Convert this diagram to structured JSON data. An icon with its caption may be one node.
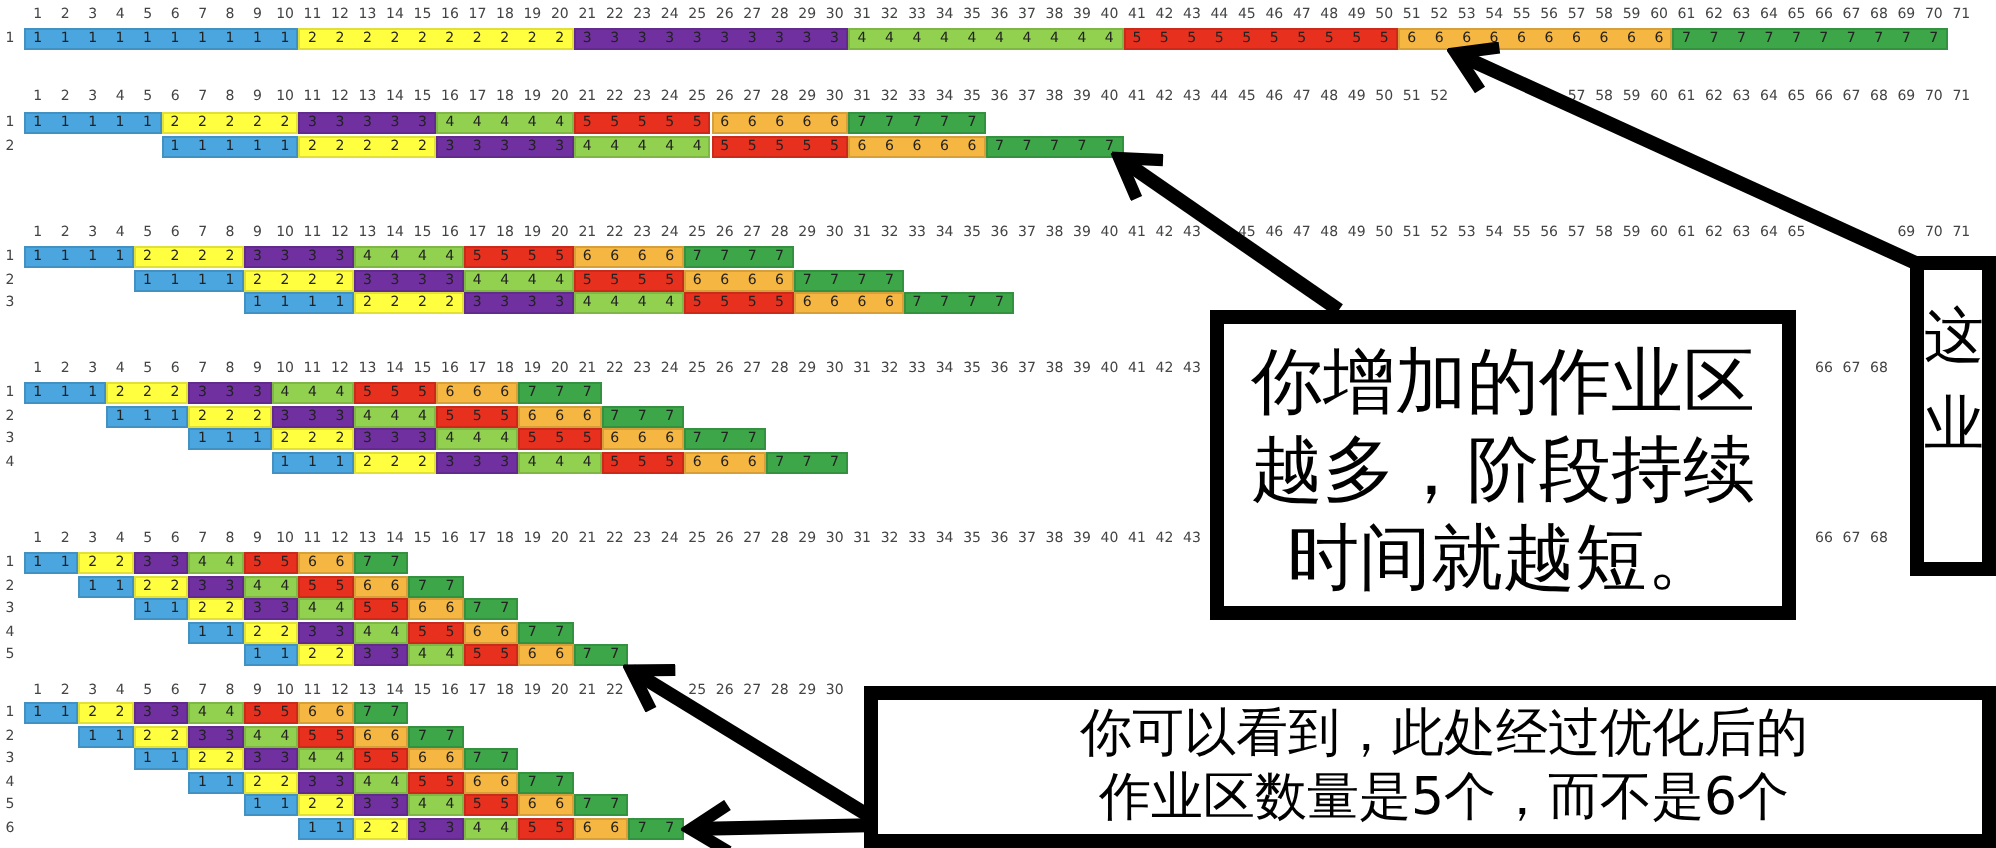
{
  "diagram": {
    "nodes": [
      {
        "text": [
          "1 1 1 1 1 1 1 1 1 1"
        ]
      },
      {
        "text": [
          "2 2 2 2 2 2 2 2 2 2"
        ]
      },
      {
        "text": [
          "3 3 3 3 3 3 3 3 3 3"
        ]
      },
      {
        "text": [
          "4 4 4 4 4 4 4 4 4 4"
        ]
      },
      {
        "text": [
          "5 5 5 5 5 5 5 5 5 5"
        ]
      },
      {
        "text": [
          "6 6 6 6 6 6 6 6 6 6"
        ]
      },
      {
        "text": [
          "7 7 7 7 7 7 7 7 7 7"
        ]
      },
      {
        "text": [
          "1 1 1 1 1"
        ]
      },
      {
        "text": [
          "2 2 2 2 2"
        ]
      },
      {
        "text": [
          "3 3 3 3 3"
        ]
      },
      {
        "text": [
          "4 4 4 4 4"
        ]
      },
      {
        "text": [
          "5 5 5 5 5"
        ]
      },
      {
        "text": [
          "6 6 6 6 6"
        ]
      },
      {
        "text": [
          "7 7 7 7 7"
        ]
      },
      {
        "text": [
          "1 1 1 1 1"
        ]
      },
      {
        "text": [
          "2 2 2 2 2"
        ]
      },
      {
        "text": [
          "3 3 3 3 3"
        ]
      },
      {
        "text": [
          "4 4 4 4 4"
        ]
      },
      {
        "text": [
          "5 5 5 5 5"
        ]
      },
      {
        "text": [
          "6 6 6 6 6"
        ]
      },
      {
        "text": [
          "7 7 7 7 7"
        ]
      },
      {
        "text": [
          "1 1 1 1"
        ]
      },
      {
        "text": [
          "2 2 2 2"
        ]
      },
      {
        "text": [
          "3 3 3 3"
        ]
      },
      {
        "text": [
          "4 4 4 4"
        ]
      },
      {
        "text": [
          "5 5 5 5"
        ]
      },
      {
        "text": [
          "6 6 6 6"
        ]
      },
      {
        "text": [
          "7 7 7 7"
        ]
      },
      {
        "text": [
          "1 1 1 1"
        ]
      },
      {
        "text": [
          "2 2 2 2"
        ]
      },
      {
        "text": [
          "3 3 3 3"
        ]
      },
      {
        "text": [
          "4 4 4 4"
        ]
      },
      {
        "text": [
          "5 5 5 5"
        ]
      },
      {
        "text": [
          "6 6 6 6"
        ]
      },
      {
        "text": [
          "7 7 7 7"
        ]
      },
      {
        "text": [
          "1 1 1 1"
        ]
      },
      {
        "text": [
          "2 2 2 2"
        ]
      },
      {
        "text": [
          "3 3 3 3"
        ]
      },
      {
        "text": [
          "4 4 4 4"
        ]
      },
      {
        "text": [
          "5 5 5 5"
        ]
      },
      {
        "text": [
          "6 6 6 6"
        ]
      },
      {
        "text": [
          "7 7 7 7"
        ]
      },
      {
        "text": [
          "1 1 1"
        ]
      },
      {
        "text": [
          "2 2 2"
        ]
      },
      {
        "text": [
          "3 3 3"
        ]
      },
      {
        "text": [
          "4 4 4"
        ]
      },
      {
        "text": [
          "5 5 5"
        ]
      },
      {
        "text": [
          "6 6 6"
        ]
      },
      {
        "text": [
          "7 7 7"
        ]
      },
      {
        "text": [
          "1 1 1"
        ]
      },
      {
        "text": [
          "2 2 2"
        ]
      },
      {
        "text": [
          "3 3 3"
        ]
      },
      {
        "text": [
          "4 4 4"
        ]
      },
      {
        "text": [
          "5 5 5"
        ]
      },
      {
        "text": [
          "6 6 6"
        ]
      },
      {
        "text": [
          "7 7 7"
        ]
      },
      {
        "text": [
          "1 1 1"
        ]
      },
      {
        "text": [
          "2 2 2"
        ]
      },
      {
        "text": [
          "3 3 3"
        ]
      },
      {
        "text": [
          "4 4 4"
        ]
      },
      {
        "text": [
          "5 5 5"
        ]
      },
      {
        "text": [
          "6 6 6"
        ]
      },
      {
        "text": [
          "7 7 7"
        ]
      },
      {
        "text": [
          "1 1 1"
        ]
      },
      {
        "text": [
          "2 2 2"
        ]
      },
      {
        "text": [
          "3 3 3"
        ]
      },
      {
        "text": [
          "4 4 4"
        ]
      },
      {
        "text": [
          "5 5 5"
        ]
      },
      {
        "text": [
          "6 6 6"
        ]
      },
      {
        "text": [
          "7 7 7"
        ]
      },
      {
        "text": [
          "1 1"
        ]
      },
      {
        "text": [
          "2 2"
        ]
      },
      {
        "text": [
          "3 3"
        ]
      },
      {
        "text": [
          "4 4"
        ]
      },
      {
        "text": [
          "5 5"
        ]
      },
      {
        "text": [
          "6 6"
        ]
      },
      {
        "text": [
          "7 7"
        ]
      },
      {
        "text": [
          "1 1"
        ]
      },
      {
        "text": [
          "2 2"
        ]
      },
      {
        "text": [
          "3 3"
        ]
      },
      {
        "text": [
          "4 4"
        ]
      },
      {
        "text": [
          "5 5"
        ]
      },
      {
        "text": [
          "6 6"
        ]
      },
      {
        "text": [
          "7 7"
        ]
      },
      {
        "text": [
          "1 1"
        ]
      },
      {
        "text": [
          "2 2"
        ]
      },
      {
        "text": [
          "3 3"
        ]
      },
      {
        "text": [
          "4 4"
        ]
      },
      {
        "text": [
          "5 5"
        ]
      },
      {
        "text": [
          "6 6"
        ]
      },
      {
        "text": [
          "7 7"
        ]
      },
      {
        "text": [
          "1 1"
        ]
      },
      {
        "text": [
          "2 2"
        ]
      },
      {
        "text": [
          "3 3"
        ]
      },
      {
        "text": [
          "4 4"
        ]
      },
      {
        "text": [
          "5 5"
        ]
      },
      {
        "text": [
          "6 6"
        ]
      },
      {
        "text": [
          "7 7"
        ]
      },
      {
        "text": [
          "1 1"
        ]
      },
      {
        "text": [
          "2 2"
        ]
      },
      {
        "text": [
          "3 3"
        ]
      },
      {
        "text": [
          "4 4"
        ]
      },
      {
        "text": [
          "5 5"
        ]
      },
      {
        "text": [
          "6 6"
        ]
      },
      {
        "text": [
          "7 7"
        ]
      },
      {
        "text": [
          "1 1"
        ]
      },
      {
        "text": [
          "2 2"
        ]
      },
      {
        "text": [
          "3 3"
        ]
      },
      {
        "text": [
          "4 4"
        ]
      },
      {
        "text": [
          "5 5"
        ]
      },
      {
        "text": [
          "6 6"
        ]
      },
      {
        "text": [
          "7 7"
        ]
      },
      {
        "text": [
          "1 1"
        ]
      },
      {
        "text": [
          "2 2"
        ]
      },
      {
        "text": [
          "3 3"
        ]
      },
      {
        "text": [
          "4 4"
        ]
      },
      {
        "text": [
          "5 5"
        ]
      },
      {
        "text": [
          "6 6"
        ]
      },
      {
        "text": [
          "7 7"
        ]
      },
      {
        "text": [
          "1 1"
        ]
      },
      {
        "text": [
          "2 2"
        ]
      },
      {
        "text": [
          "3 3"
        ]
      },
      {
        "text": [
          "4 4"
        ]
      },
      {
        "text": [
          "5 5"
        ]
      },
      {
        "text": [
          "6 6"
        ]
      },
      {
        "text": [
          "7 7"
        ]
      },
      {
        "text": [
          "1 1"
        ]
      },
      {
        "text": [
          "2 2"
        ]
      },
      {
        "text": [
          "3 3"
        ]
      },
      {
        "text": [
          "4 4"
        ]
      },
      {
        "text": [
          "5 5"
        ]
      },
      {
        "text": [
          "6 6"
        ]
      },
      {
        "text": [
          "7 7"
        ]
      },
      {
        "text": [
          "1 1"
        ]
      },
      {
        "text": [
          "2 2"
        ]
      },
      {
        "text": [
          "3 3"
        ]
      },
      {
        "text": [
          "4 4"
        ]
      },
      {
        "text": [
          "5 5"
        ]
      },
      {
        "text": [
          "6 6"
        ]
      },
      {
        "text": [
          "7 7"
        ]
      },
      {
        "text": [
          "1 1"
        ]
      },
      {
        "text": [
          "2 2"
        ]
      },
      {
        "text": [
          "3 3"
        ]
      },
      {
        "text": [
          "4 4"
        ]
      },
      {
        "text": [
          "5 5"
        ]
      },
      {
        "text": [
          "6 6"
        ]
      },
      {
        "text": [
          "7 7"
        ]
      },
      {
        "text": [
          "你增加的作业区越多，阶段持续时间就越短。"
        ]
      },
      {
        "text": [
          "这业"
        ]
      },
      {
        "text": [
          "你可以看到，此处经过优化后的作业区数量是5个，而不是6个"
        ]
      }
    ],
    "edges": [
      {
        "from": 147,
        "to": 20,
        "arrow": "to"
      },
      {
        "from": 148,
        "to": 5,
        "arrow": "to"
      },
      {
        "from": 149,
        "to": 104,
        "arrow": "to"
      },
      {
        "from": 149,
        "to": 146,
        "arrow": "to"
      }
    ],
    "labels": [
      "1",
      "2",
      "3",
      "4",
      "5",
      "6",
      "7",
      "8",
      "9",
      "10",
      "11",
      "12",
      "13",
      "14",
      "15",
      "16",
      "17",
      "18",
      "19",
      "20",
      "21",
      "22",
      "23",
      "24",
      "25",
      "26",
      "27",
      "28",
      "29",
      "30",
      "31",
      "32",
      "33",
      "34",
      "35",
      "36",
      "37",
      "38",
      "39",
      "40",
      "41",
      "42",
      "43",
      "44",
      "45",
      "46",
      "47",
      "48",
      "49",
      "50",
      "51",
      "52",
      "53",
      "54",
      "55",
      "56",
      "57",
      "58",
      "59",
      "60",
      "61",
      "62",
      "63",
      "64",
      "65",
      "66",
      "67",
      "68",
      "69",
      "70",
      "71",
      "1",
      "1",
      "2",
      "3",
      "4",
      "5",
      "6",
      "7",
      "8",
      "9",
      "10",
      "11",
      "12",
      "13",
      "14",
      "15",
      "16",
      "17",
      "18",
      "19",
      "20",
      "21",
      "22",
      "23",
      "24",
      "25",
      "26",
      "27",
      "28",
      "29",
      "30",
      "31",
      "32",
      "33",
      "34",
      "35",
      "36",
      "37",
      "38",
      "39",
      "40",
      "41",
      "42",
      "43",
      "44",
      "45",
      "46",
      "47",
      "48",
      "49",
      "50",
      "51",
      "52",
      "57",
      "58",
      "59",
      "60",
      "61",
      "62",
      "63",
      "64",
      "65",
      "66",
      "67",
      "68",
      "69",
      "70",
      "71",
      "1",
      "2",
      "1",
      "2",
      "3",
      "4",
      "5",
      "6",
      "7",
      "8",
      "9",
      "10",
      "11",
      "12",
      "13",
      "14",
      "15",
      "16",
      "17",
      "18",
      "19",
      "20",
      "21",
      "22",
      "23",
      "24",
      "25",
      "26",
      "27",
      "28",
      "29",
      "30",
      "31",
      "32",
      "33",
      "34",
      "35",
      "36",
      "37",
      "38",
      "39",
      "40",
      "41",
      "42",
      "43",
      "45",
      "46",
      "47",
      "48",
      "49",
      "50",
      "51",
      "52",
      "53",
      "54",
      "55",
      "56",
      "57",
      "58",
      "59",
      "60",
      "61",
      "62",
      "63",
      "64",
      "65",
      "69",
      "70",
      "71",
      "1",
      "2",
      "3",
      "1",
      "2",
      "3",
      "4",
      "5",
      "6",
      "7",
      "8",
      "9",
      "10",
      "11",
      "12",
      "13",
      "14",
      "15",
      "16",
      "17",
      "18",
      "19",
      "20",
      "21",
      "22",
      "23",
      "24",
      "25",
      "26",
      "27",
      "28",
      "29",
      "30",
      "31",
      "32",
      "33",
      "34",
      "35",
      "36",
      "37",
      "38",
      "39",
      "40",
      "41",
      "42",
      "43",
      "66",
      "67",
      "68",
      "1",
      "2",
      "3",
      "4",
      "1",
      "2",
      "3",
      "4",
      "5",
      "6",
      "7",
      "8",
      "9",
      "10",
      "11",
      "12",
      "13",
      "14",
      "15",
      "16",
      "17",
      "18",
      "19",
      "20",
      "21",
      "22",
      "23",
      "24",
      "25",
      "26",
      "27",
      "28",
      "29",
      "30",
      "31",
      "32",
      "33",
      "34",
      "35",
      "36",
      "37",
      "38",
      "39",
      "40",
      "41",
      "42",
      "43",
      "66",
      "67",
      "68",
      "1",
      "2",
      "3",
      "4",
      "5",
      "1",
      "2",
      "3",
      "4",
      "5",
      "6",
      "7",
      "8",
      "9",
      "10",
      "11",
      "12",
      "13",
      "14",
      "15",
      "16",
      "17",
      "18",
      "19",
      "20",
      "21",
      "22",
      "25",
      "26",
      "27",
      "28",
      "29",
      "30",
      "1",
      "2",
      "3",
      "4",
      "5",
      "6"
    ]
  }
}
